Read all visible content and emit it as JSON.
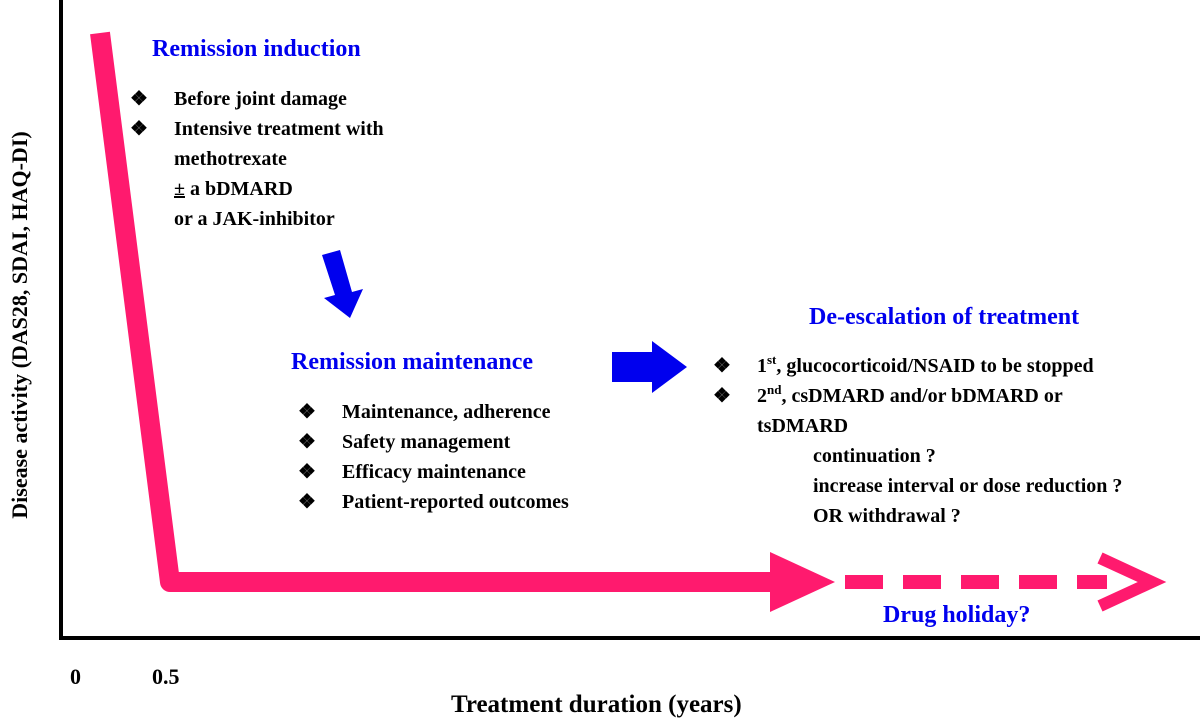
{
  "axes": {
    "y_label": "Disease activity (DAS28, SDAI, HAQ-DI)",
    "x_label": "Treatment duration (years)",
    "x_ticks": [
      "0",
      "0.5"
    ]
  },
  "induction": {
    "heading": "Remission induction",
    "bullet": "❖",
    "items": [
      "Before joint damage",
      "Intensive treatment with"
    ],
    "cont1": "methotrexate",
    "pm": "±",
    "cont2_rest": " a bDMARD",
    "cont3": "or a JAK-inhibitor"
  },
  "maintenance": {
    "heading": "Remission maintenance",
    "bullet": "❖",
    "items": [
      "Maintenance, adherence",
      "Safety management",
      "Efficacy maintenance",
      "Patient-reported outcomes"
    ]
  },
  "deescalation": {
    "heading": "De-escalation of treatment",
    "bullet": "❖",
    "first_num": "1",
    "first_sup": "st",
    "first_rest": ", glucocorticoid/NSAID to be stopped",
    "second_num": "2",
    "second_sup": "nd",
    "second_rest": ", csDMARD and/or bDMARD or",
    "second_cont": "tsDMARD",
    "options": [
      "continuation ?",
      "increase interval  or dose reduction ?",
      "OR withdrawal ?"
    ]
  },
  "holiday": {
    "label": "Drug holiday?"
  },
  "colors": {
    "pink": "#ff1a6e",
    "blue": "#0000ee",
    "axis": "#000000"
  }
}
